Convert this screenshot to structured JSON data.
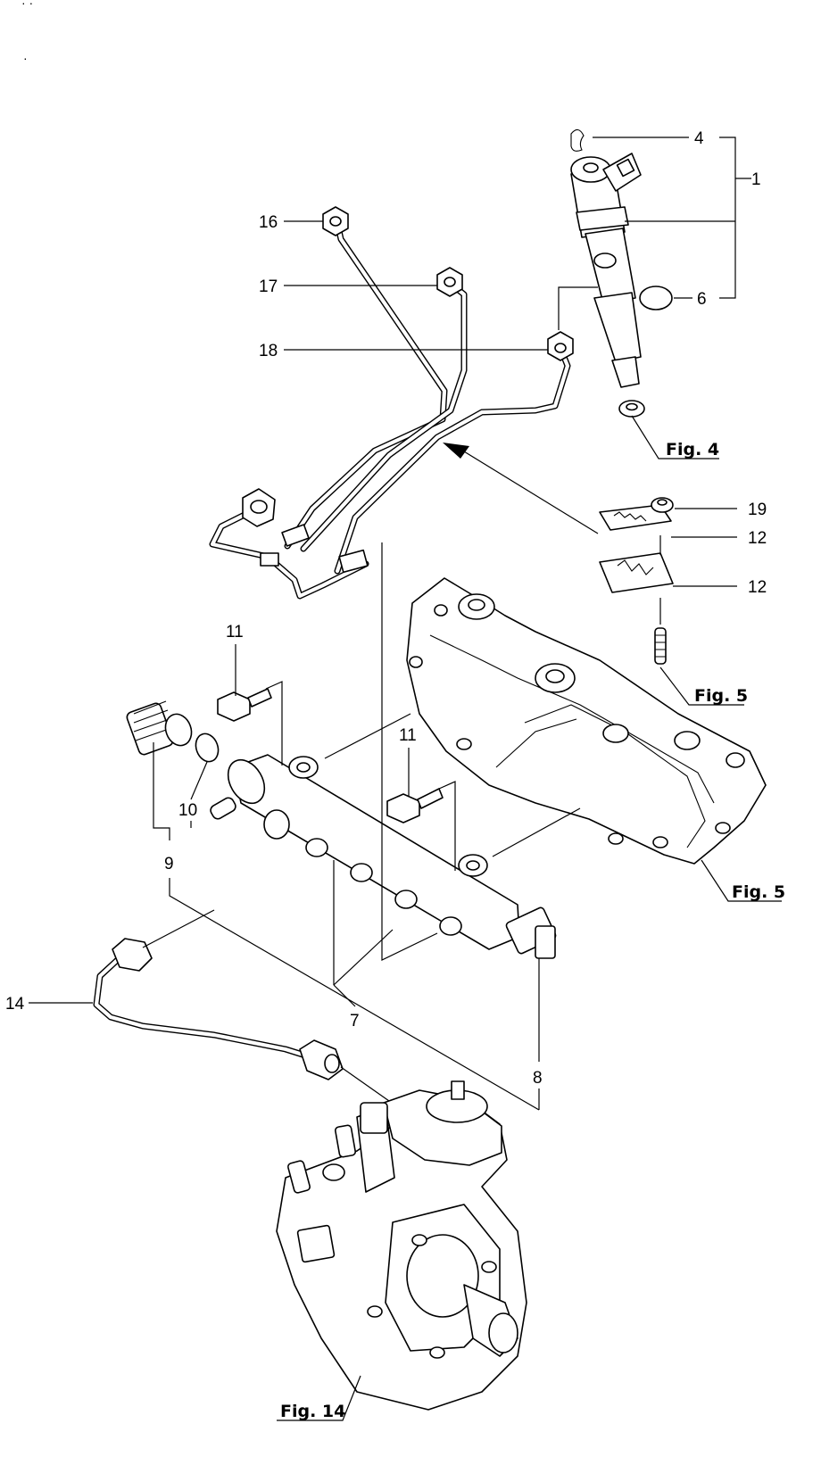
{
  "diagram": {
    "corner_marks": [
      "· ·",
      "·"
    ],
    "callouts": {
      "c1": "1",
      "c4": "4",
      "c6": "6",
      "c7": "7",
      "c8": "8",
      "c9": "9",
      "c10": "10",
      "c11a": "11",
      "c11b": "11",
      "c12a": "12",
      "c12b": "12",
      "c14": "14",
      "c16": "16",
      "c17": "17",
      "c18": "18",
      "c19": "19"
    },
    "fig_refs": {
      "fig4": "Fig. 4",
      "fig5a": "Fig. 5",
      "fig5b": "Fig. 5",
      "fig14": "Fig. 14"
    }
  }
}
